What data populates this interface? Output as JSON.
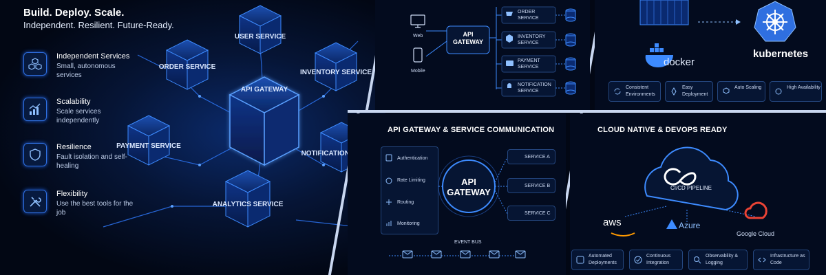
{
  "header": {
    "title": "Build. Deploy. Scale.",
    "subtitle": "Independent. Resilient. Future-Ready."
  },
  "features": [
    {
      "title": "Independent Services",
      "desc": "Small, autonomous services",
      "icon": "cubes-icon"
    },
    {
      "title": "Scalability",
      "desc": "Scale services independently",
      "icon": "growth-chart-icon"
    },
    {
      "title": "Resilience",
      "desc": "Fault isolation and self-healing",
      "icon": "shield-icon"
    },
    {
      "title": "Flexibility",
      "desc": "Use the best tools for the job",
      "icon": "tools-icon"
    }
  ],
  "cubes": {
    "center": "API GATEWAY",
    "order": "ORDER SERVICE",
    "user": "USER SERVICE",
    "inventory": "INVENTORY SERVICE",
    "payment": "PAYMENT SERVICE",
    "notification": "NOTIFICATION SERVICE",
    "analytics": "ANALYTICS SERVICE"
  },
  "gateway_panel": {
    "clients": [
      "Web",
      "Mobile"
    ],
    "gateway": "API GATEWAY",
    "services": [
      "ORDER SERVICE",
      "INVENTORY SERVICE",
      "PAYMENT SERVICE",
      "NOTIFICATION SERVICE"
    ]
  },
  "container_panel": {
    "docker": "docker",
    "kubernetes": "kubernetes",
    "features": [
      "Consistent Environments",
      "Easy Deployment",
      "Auto Scaling",
      "High Availability"
    ]
  },
  "comm_panel": {
    "title": "API GATEWAY & SERVICE COMMUNICATION",
    "functions": [
      "Authentication",
      "Rate Limiting",
      "Routing",
      "Monitoring"
    ],
    "gateway": "API GATEWAY",
    "services": [
      "SERVICE A",
      "SERVICE B",
      "SERVICE C"
    ],
    "event_bus": "EVENT BUS"
  },
  "cloud_panel": {
    "title": "CLOUD NATIVE & DEVOPS READY",
    "pipeline": "CI/CD PIPELINE",
    "providers": [
      "aws",
      "Azure",
      "Google Cloud"
    ],
    "features": [
      "Automated Deployments",
      "Continuous Integration",
      "Observability & Logging",
      "Infrastructure as Code"
    ]
  },
  "colors": {
    "accent": "#2f7bff",
    "glow": "#3d8bff",
    "background": "#020714",
    "panel_border": "#24467e"
  }
}
